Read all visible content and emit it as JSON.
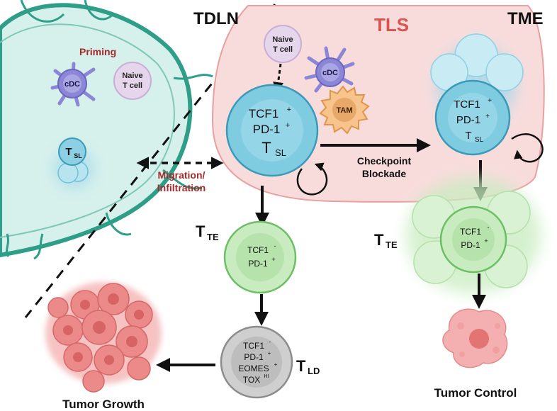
{
  "regions": {
    "tdln": "TDLN",
    "tls": "TLS",
    "tme": "TME"
  },
  "labels": {
    "priming": "Priming",
    "migration_line1": "Migration/",
    "migration_line2": "Infiltration",
    "checkpoint_line1": "Checkpoint",
    "checkpoint_line2": "Blockade",
    "tumor_growth": "Tumor Growth",
    "tumor_control": "Tumor Control"
  },
  "cells": {
    "cdc": "cDC",
    "tam": "TAM",
    "naive_line1": "Naive",
    "naive_line2": "T cell",
    "t_main": "T",
    "sub_sl": "SL",
    "sub_te": "TE",
    "sub_ld": "LD",
    "tcf1": "TCF1",
    "pd1": "PD-1",
    "eomes": "EOMES",
    "tox": "TOX",
    "sup_plus": "+",
    "sup_minus": "-",
    "sup_hi": "HI"
  },
  "colors": {
    "tls_fill": "#f8dcdc",
    "tls_stroke": "#e8a0a0",
    "tls_text": "#d9534f",
    "dark_red_text": "#a52a2a",
    "node_fill": "#d6f0ec",
    "node_stroke": "#2e9e88",
    "tsl_fill": "#7fcbe0",
    "tsl_stroke": "#3a9ab8",
    "tte_fill": "#c8ecc0",
    "tte_stroke": "#6cbf64",
    "tld_fill": "#cfcfcf",
    "cdc_fill": "#8b86d6",
    "naive_fill": "#e6d6ec",
    "tam_fill": "#f6c48c",
    "tumor_fill": "#ec8a8a"
  }
}
